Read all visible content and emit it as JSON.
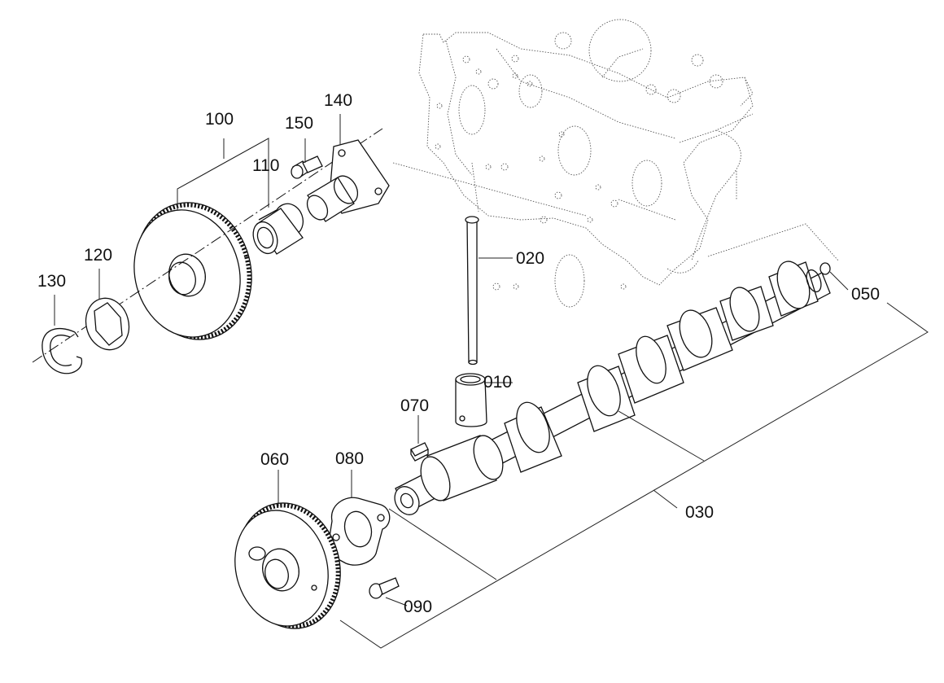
{
  "parts": [
    {
      "id": "p010",
      "label": "010"
    },
    {
      "id": "p020",
      "label": "020"
    },
    {
      "id": "p030",
      "label": "030"
    },
    {
      "id": "p050",
      "label": "050"
    },
    {
      "id": "p060",
      "label": "060"
    },
    {
      "id": "p070",
      "label": "070"
    },
    {
      "id": "p080",
      "label": "080"
    },
    {
      "id": "p090",
      "label": "090"
    },
    {
      "id": "p100",
      "label": "100"
    },
    {
      "id": "p110",
      "label": "110"
    },
    {
      "id": "p120",
      "label": "120"
    },
    {
      "id": "p130",
      "label": "130"
    },
    {
      "id": "p140",
      "label": "140"
    },
    {
      "id": "p150",
      "label": "150"
    }
  ]
}
